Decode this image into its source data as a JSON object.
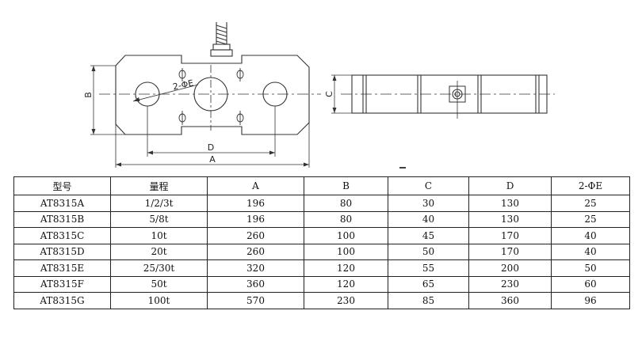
{
  "drawing": {
    "label_b": "B",
    "label_d": "D",
    "label_a": "A",
    "label_c": "C",
    "label_hole": "2-ΦE"
  },
  "table": {
    "headers": [
      "型号",
      "量程",
      "A",
      "B",
      "C",
      "D",
      "2-ΦE"
    ],
    "rows": [
      [
        "AT8315A",
        "1/2/3t",
        "196",
        "80",
        "30",
        "130",
        "25"
      ],
      [
        "AT8315B",
        "5/8t",
        "196",
        "80",
        "40",
        "130",
        "25"
      ],
      [
        "AT8315C",
        "10t",
        "260",
        "100",
        "45",
        "170",
        "40"
      ],
      [
        "AT8315D",
        "20t",
        "260",
        "100",
        "50",
        "170",
        "40"
      ],
      [
        "AT8315E",
        "25/30t",
        "320",
        "120",
        "55",
        "200",
        "50"
      ],
      [
        "AT8315F",
        "50t",
        "360",
        "120",
        "65",
        "230",
        "60"
      ],
      [
        "AT8315G",
        "100t",
        "570",
        "230",
        "85",
        "360",
        "96"
      ]
    ]
  }
}
